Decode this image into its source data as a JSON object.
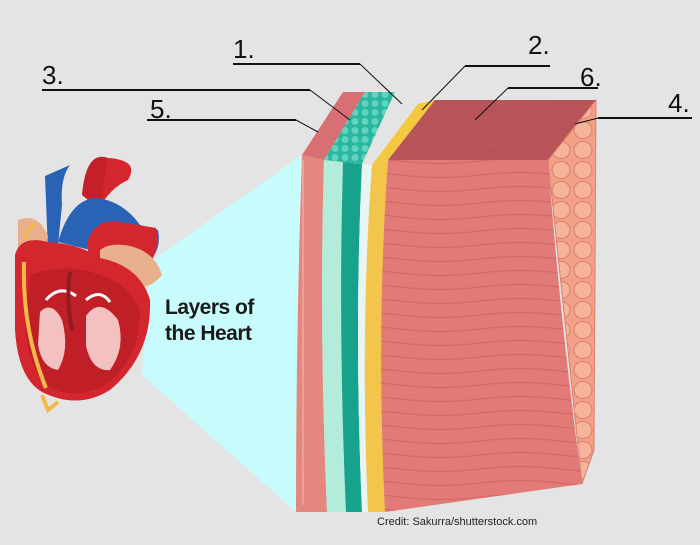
{
  "diagram": {
    "title_line1": "Layers of",
    "title_line2": "the Heart",
    "labels": {
      "n1": "1.",
      "n2": "2.",
      "n3": "3.",
      "n4": "4.",
      "n5": "5.",
      "n6": "6."
    },
    "credit": "Credit: Sakurra/shutterstock.com"
  },
  "colors": {
    "background": "#e4e4e4",
    "magnify_cone": "#c8fbfb",
    "pericardium": "#e3877f",
    "serous_fluid": "#b4ecdc",
    "teal_layer": "#159a86",
    "epicardium": "#f2c64a",
    "myocardium": "#e27b78",
    "endocardium": "#ee9a86",
    "heart_red": "#d4262e",
    "heart_blue": "#2a63b5"
  }
}
